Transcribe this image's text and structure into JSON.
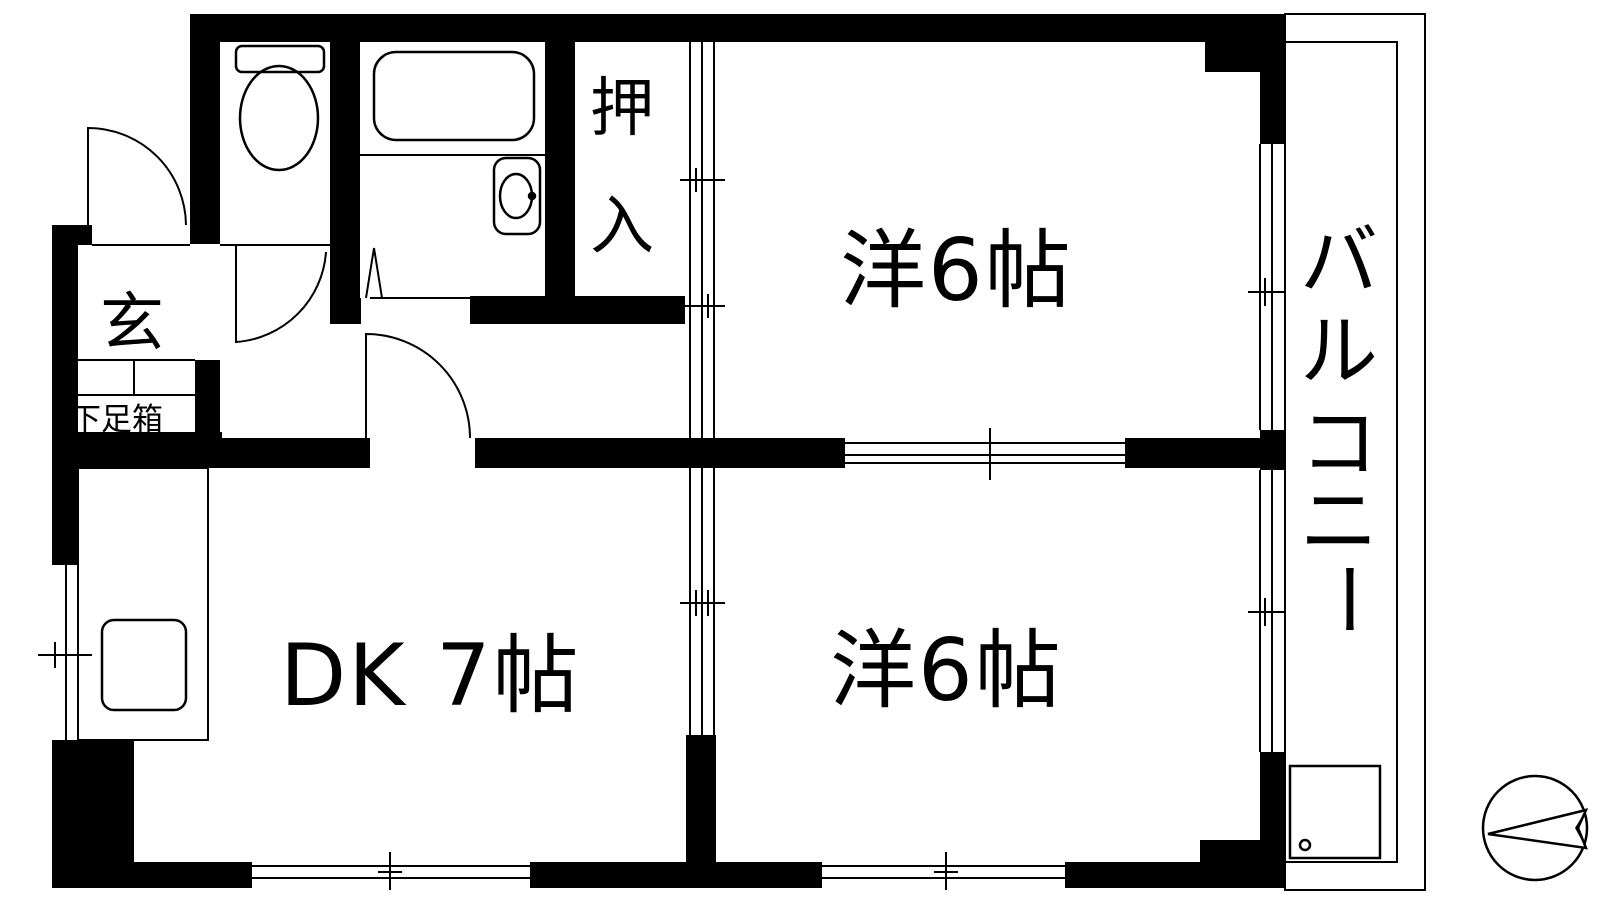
{
  "rooms": {
    "western_upper": "洋6帖",
    "western_lower": "洋6帖",
    "dk": "DK 7帖"
  },
  "labels": {
    "closet_top": "押",
    "closet_bottom": "入",
    "entrance": "玄",
    "shoe_box": "下足箱",
    "balcony": [
      "バ",
      "ル",
      "コ",
      "ニ",
      "ー"
    ]
  },
  "icons": {
    "compass": "north-arrow-icon",
    "toilet": "toilet-icon",
    "bathtub": "bathtub-icon",
    "sink": "washbasin-icon",
    "stove": "kitchen-stove-icon",
    "washer": "washing-machine-pan-icon"
  },
  "colors": {
    "wall": "#000000",
    "background": "#ffffff"
  }
}
